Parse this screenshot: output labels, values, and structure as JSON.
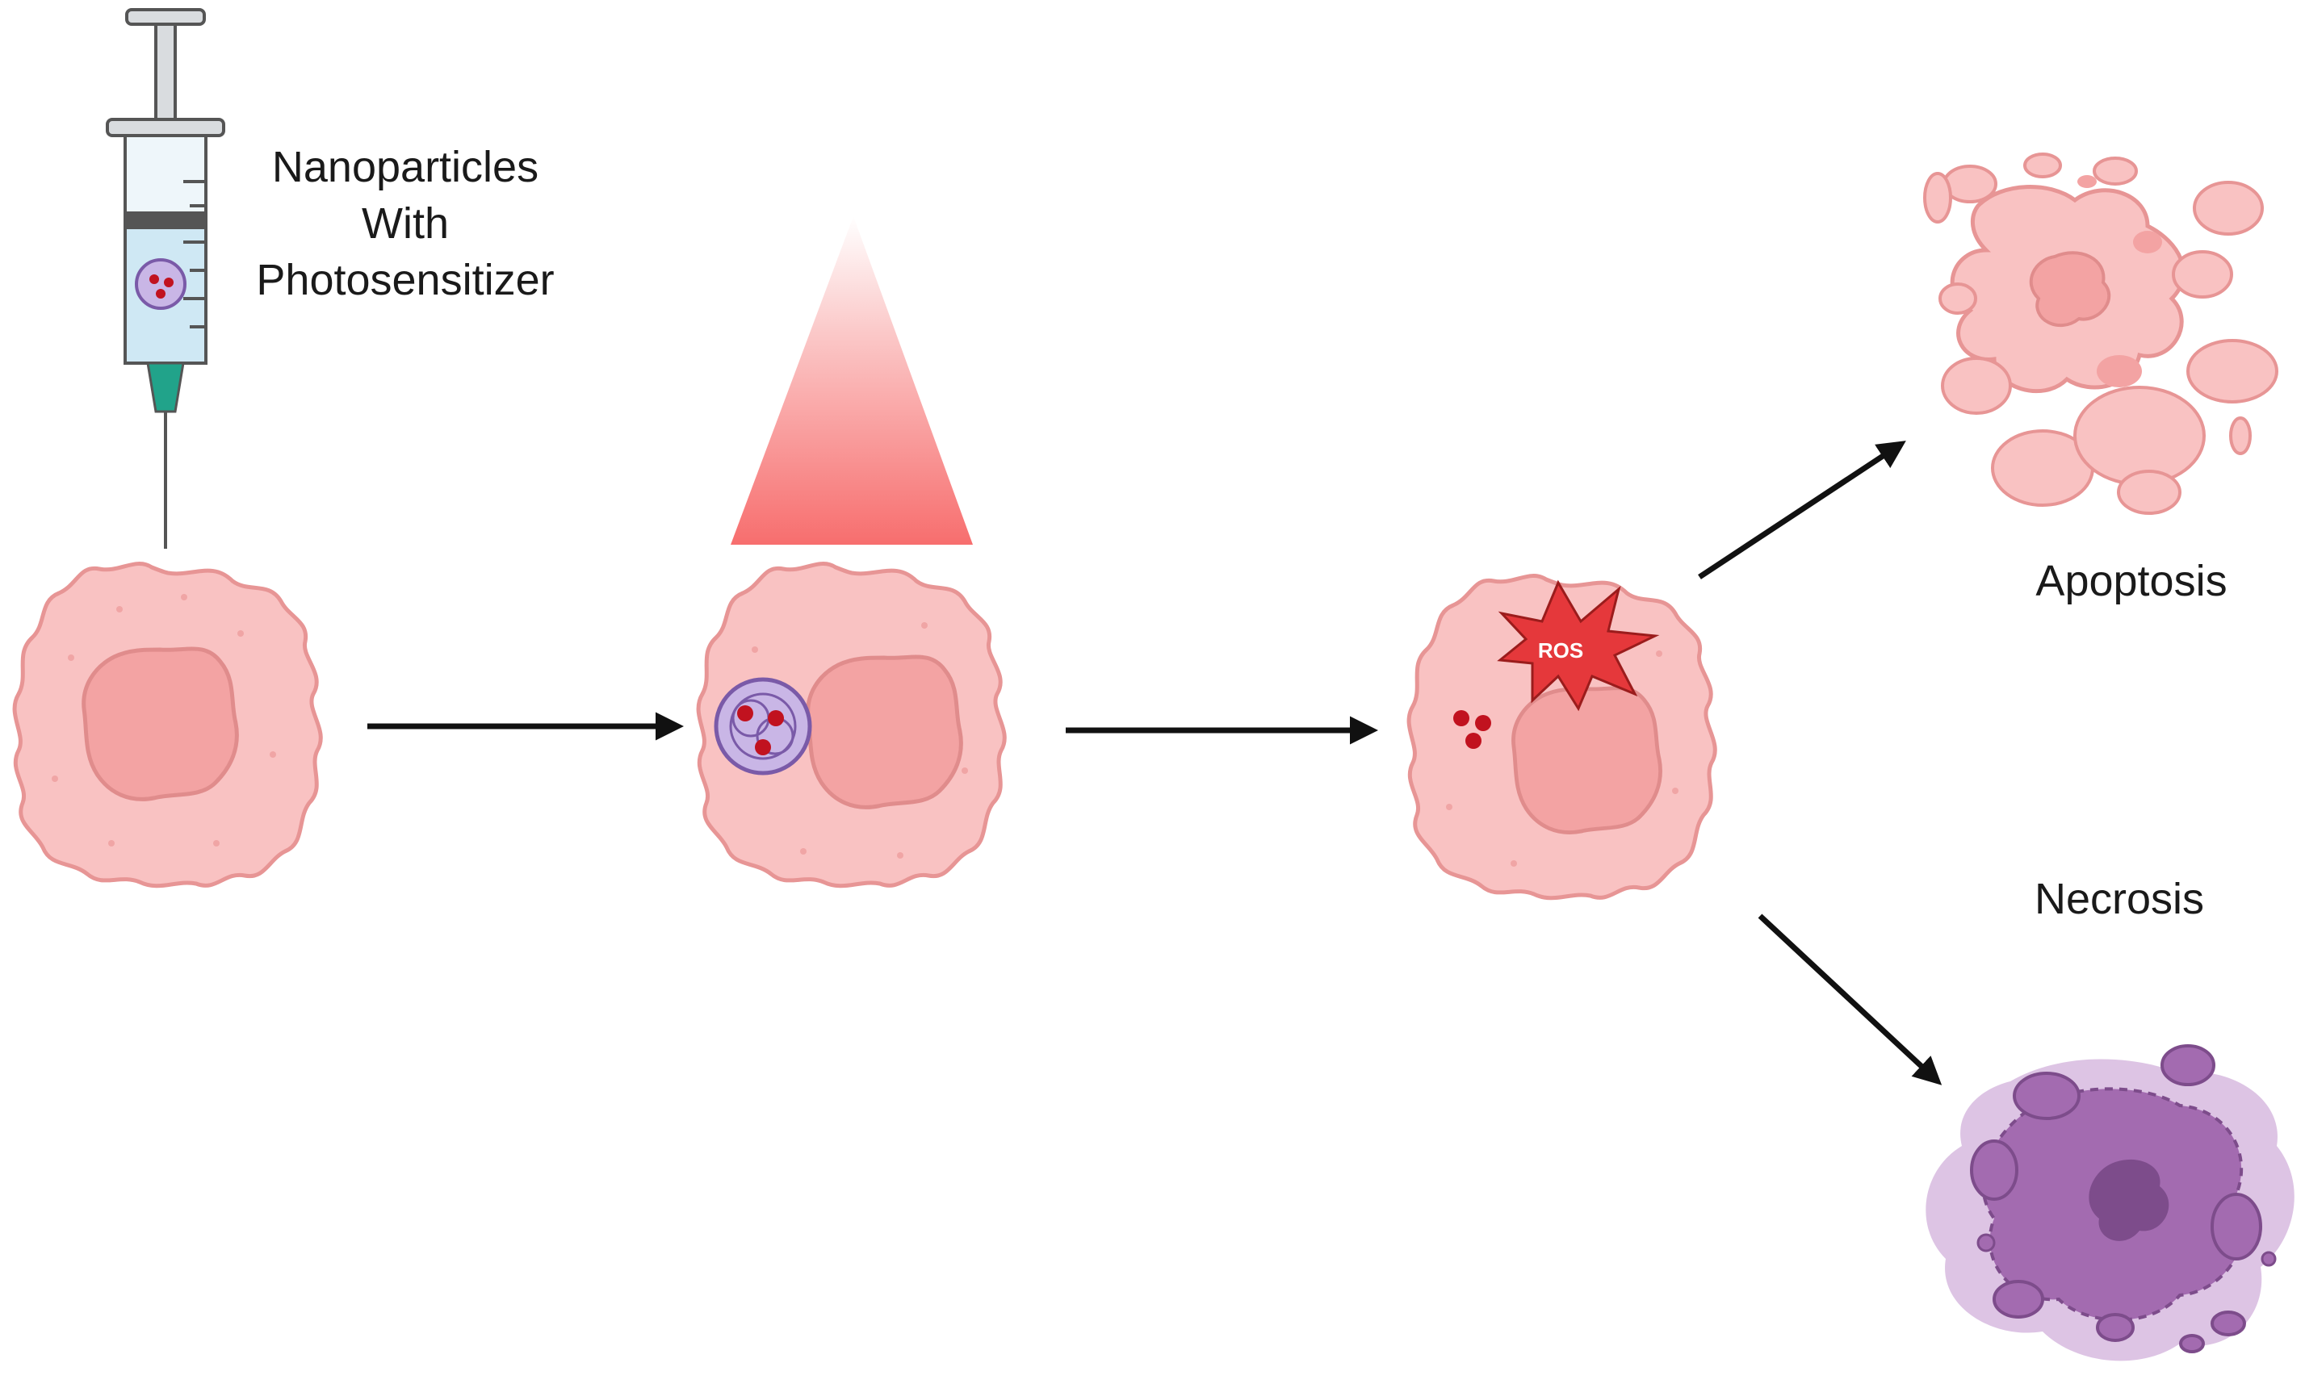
{
  "labels": {
    "injection_line1": "Nanoparticles",
    "injection_line2": "With",
    "injection_line3": "Photosensitizer",
    "ros": "ROS",
    "apoptosis": "Apoptosis",
    "necrosis": "Necrosis"
  },
  "colors": {
    "cell_fill": "#f9c2c2",
    "cell_stroke": "#e79595",
    "nucleus_fill": "#f3a3a3",
    "light_beam": "#f76e6e",
    "ros_burst": "#e5383b",
    "necrosis_fill": "#a36bb0",
    "needle_teal": "#21a38a",
    "arrow": "#111111"
  },
  "icons": [
    "syringe-icon",
    "light-beam-icon",
    "nanoparticle-icon",
    "ros-burst-icon"
  ]
}
